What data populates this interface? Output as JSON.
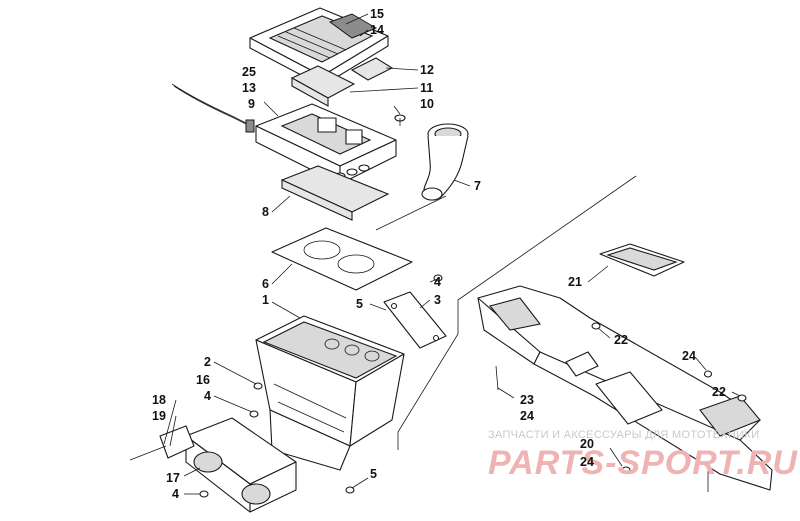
{
  "callouts": {
    "c15": "15",
    "c14": "14",
    "c12": "12",
    "c11": "11",
    "c25": "25",
    "c13": "13",
    "c9": "9",
    "c10": "10",
    "c7": "7",
    "c8": "8",
    "c6": "6",
    "c4a": "4",
    "c1": "1",
    "c5a": "5",
    "c3": "3",
    "c21": "21",
    "c22a": "22",
    "c2": "2",
    "c16": "16",
    "c4b": "4",
    "c18": "18",
    "c19": "19",
    "c17": "17",
    "c4c": "4",
    "c5b": "5",
    "c23": "23",
    "c24a": "24",
    "c24b": "24",
    "c22b": "22",
    "c20": "20",
    "c24c": "24"
  },
  "watermark": {
    "text": "ЗАПЧАСТИ И АКСЕССУАРЫ ДЛЯ МОТОТЕХНИКИ",
    "logo": "PARTS-SPORT.RU"
  }
}
